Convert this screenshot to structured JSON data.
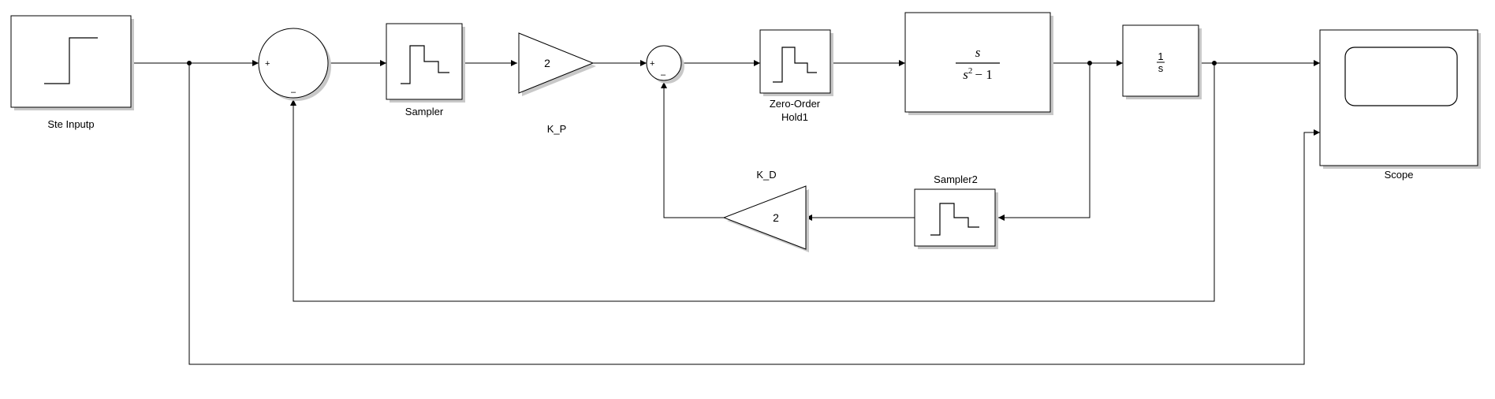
{
  "blocks": {
    "step": {
      "label": "Ste Inputp"
    },
    "sum1": {
      "signs": [
        "+",
        "–"
      ]
    },
    "sampler": {
      "label": "Sampler"
    },
    "kp": {
      "label": "K_P",
      "value": "2"
    },
    "sum2": {
      "signs": [
        "+",
        "–"
      ]
    },
    "zoh": {
      "label_line1": "Zero-Order",
      "label_line2": "Hold1"
    },
    "plant": {
      "numerator": "s",
      "denominator_base": "s",
      "denominator_exp": "2",
      "denominator_rest": "− 1"
    },
    "integrator": {
      "numerator": "1",
      "denominator": "s"
    },
    "scope": {
      "label": "Scope"
    },
    "kd": {
      "label": "K_D",
      "value": "2"
    },
    "sampler2": {
      "label": "Sampler2"
    }
  }
}
